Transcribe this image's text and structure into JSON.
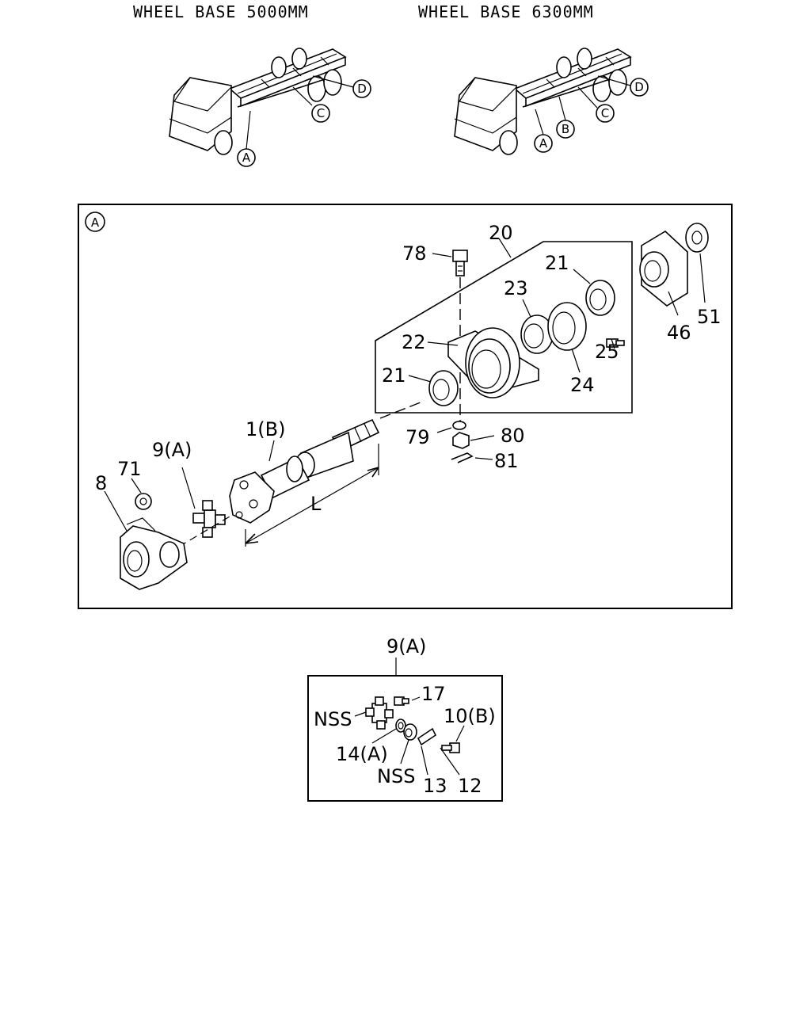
{
  "headings": {
    "left": "WHEEL BASE 5000MM",
    "right": "WHEEL BASE 6300MM"
  },
  "truck_left": {
    "callouts": [
      "A",
      "C",
      "D"
    ]
  },
  "truck_right": {
    "callouts": [
      "A",
      "B",
      "C",
      "D"
    ]
  },
  "main_view": {
    "view_label": "A",
    "parts": {
      "p20": "20",
      "p78": "78",
      "p21a": "21",
      "p23": "23",
      "p22": "22",
      "p25": "25",
      "p24": "24",
      "p21b": "21",
      "p46": "46",
      "p51": "51",
      "p79": "79",
      "p80": "80",
      "p81": "81",
      "p1b": "1(B)",
      "p9a": "9(A)",
      "p71": "71",
      "p8": "8",
      "dimension_L": "L"
    }
  },
  "detail_view": {
    "title": "9(A)",
    "parts": {
      "p17": "17",
      "nss1": "NSS",
      "p10b": "10(B)",
      "p14a": "14(A)",
      "nss2": "NSS",
      "p13": "13",
      "p12": "12"
    }
  }
}
